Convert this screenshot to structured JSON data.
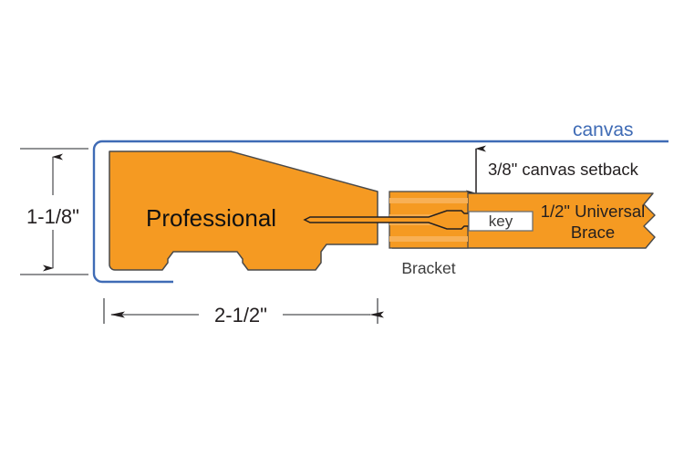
{
  "diagram": {
    "title": "Professional stretcher bar profile with universal brace",
    "colors": {
      "wood_fill": "#f59a22",
      "wood_fill_light": "#f7ad4a",
      "wood_stroke": "#4a4a4a",
      "canvas_blue": "#3f6bb5",
      "dim_gray": "#6d6e71",
      "text_dark": "#231f20",
      "label_gray": "#3c3c3c",
      "key_box_fill": "#ffffff",
      "background": "#ffffff"
    },
    "labels": {
      "canvas": "canvas",
      "setback": "3/8\" canvas setback",
      "height_dim": "1-1/8\"",
      "width_dim": "2-1/2\"",
      "profile_name": "Professional",
      "bracket": "Bracket",
      "key": "key",
      "brace_line1": "1/2\" Universal",
      "brace_line2": "Brace"
    },
    "icons": {
      "arrow_up": "arrow-up-icon",
      "arrow_down": "arrow-down-icon",
      "arrow_left": "arrow-left-icon",
      "arrow_right": "arrow-right-icon",
      "break_symbol": "zigzag-break-icon"
    }
  }
}
